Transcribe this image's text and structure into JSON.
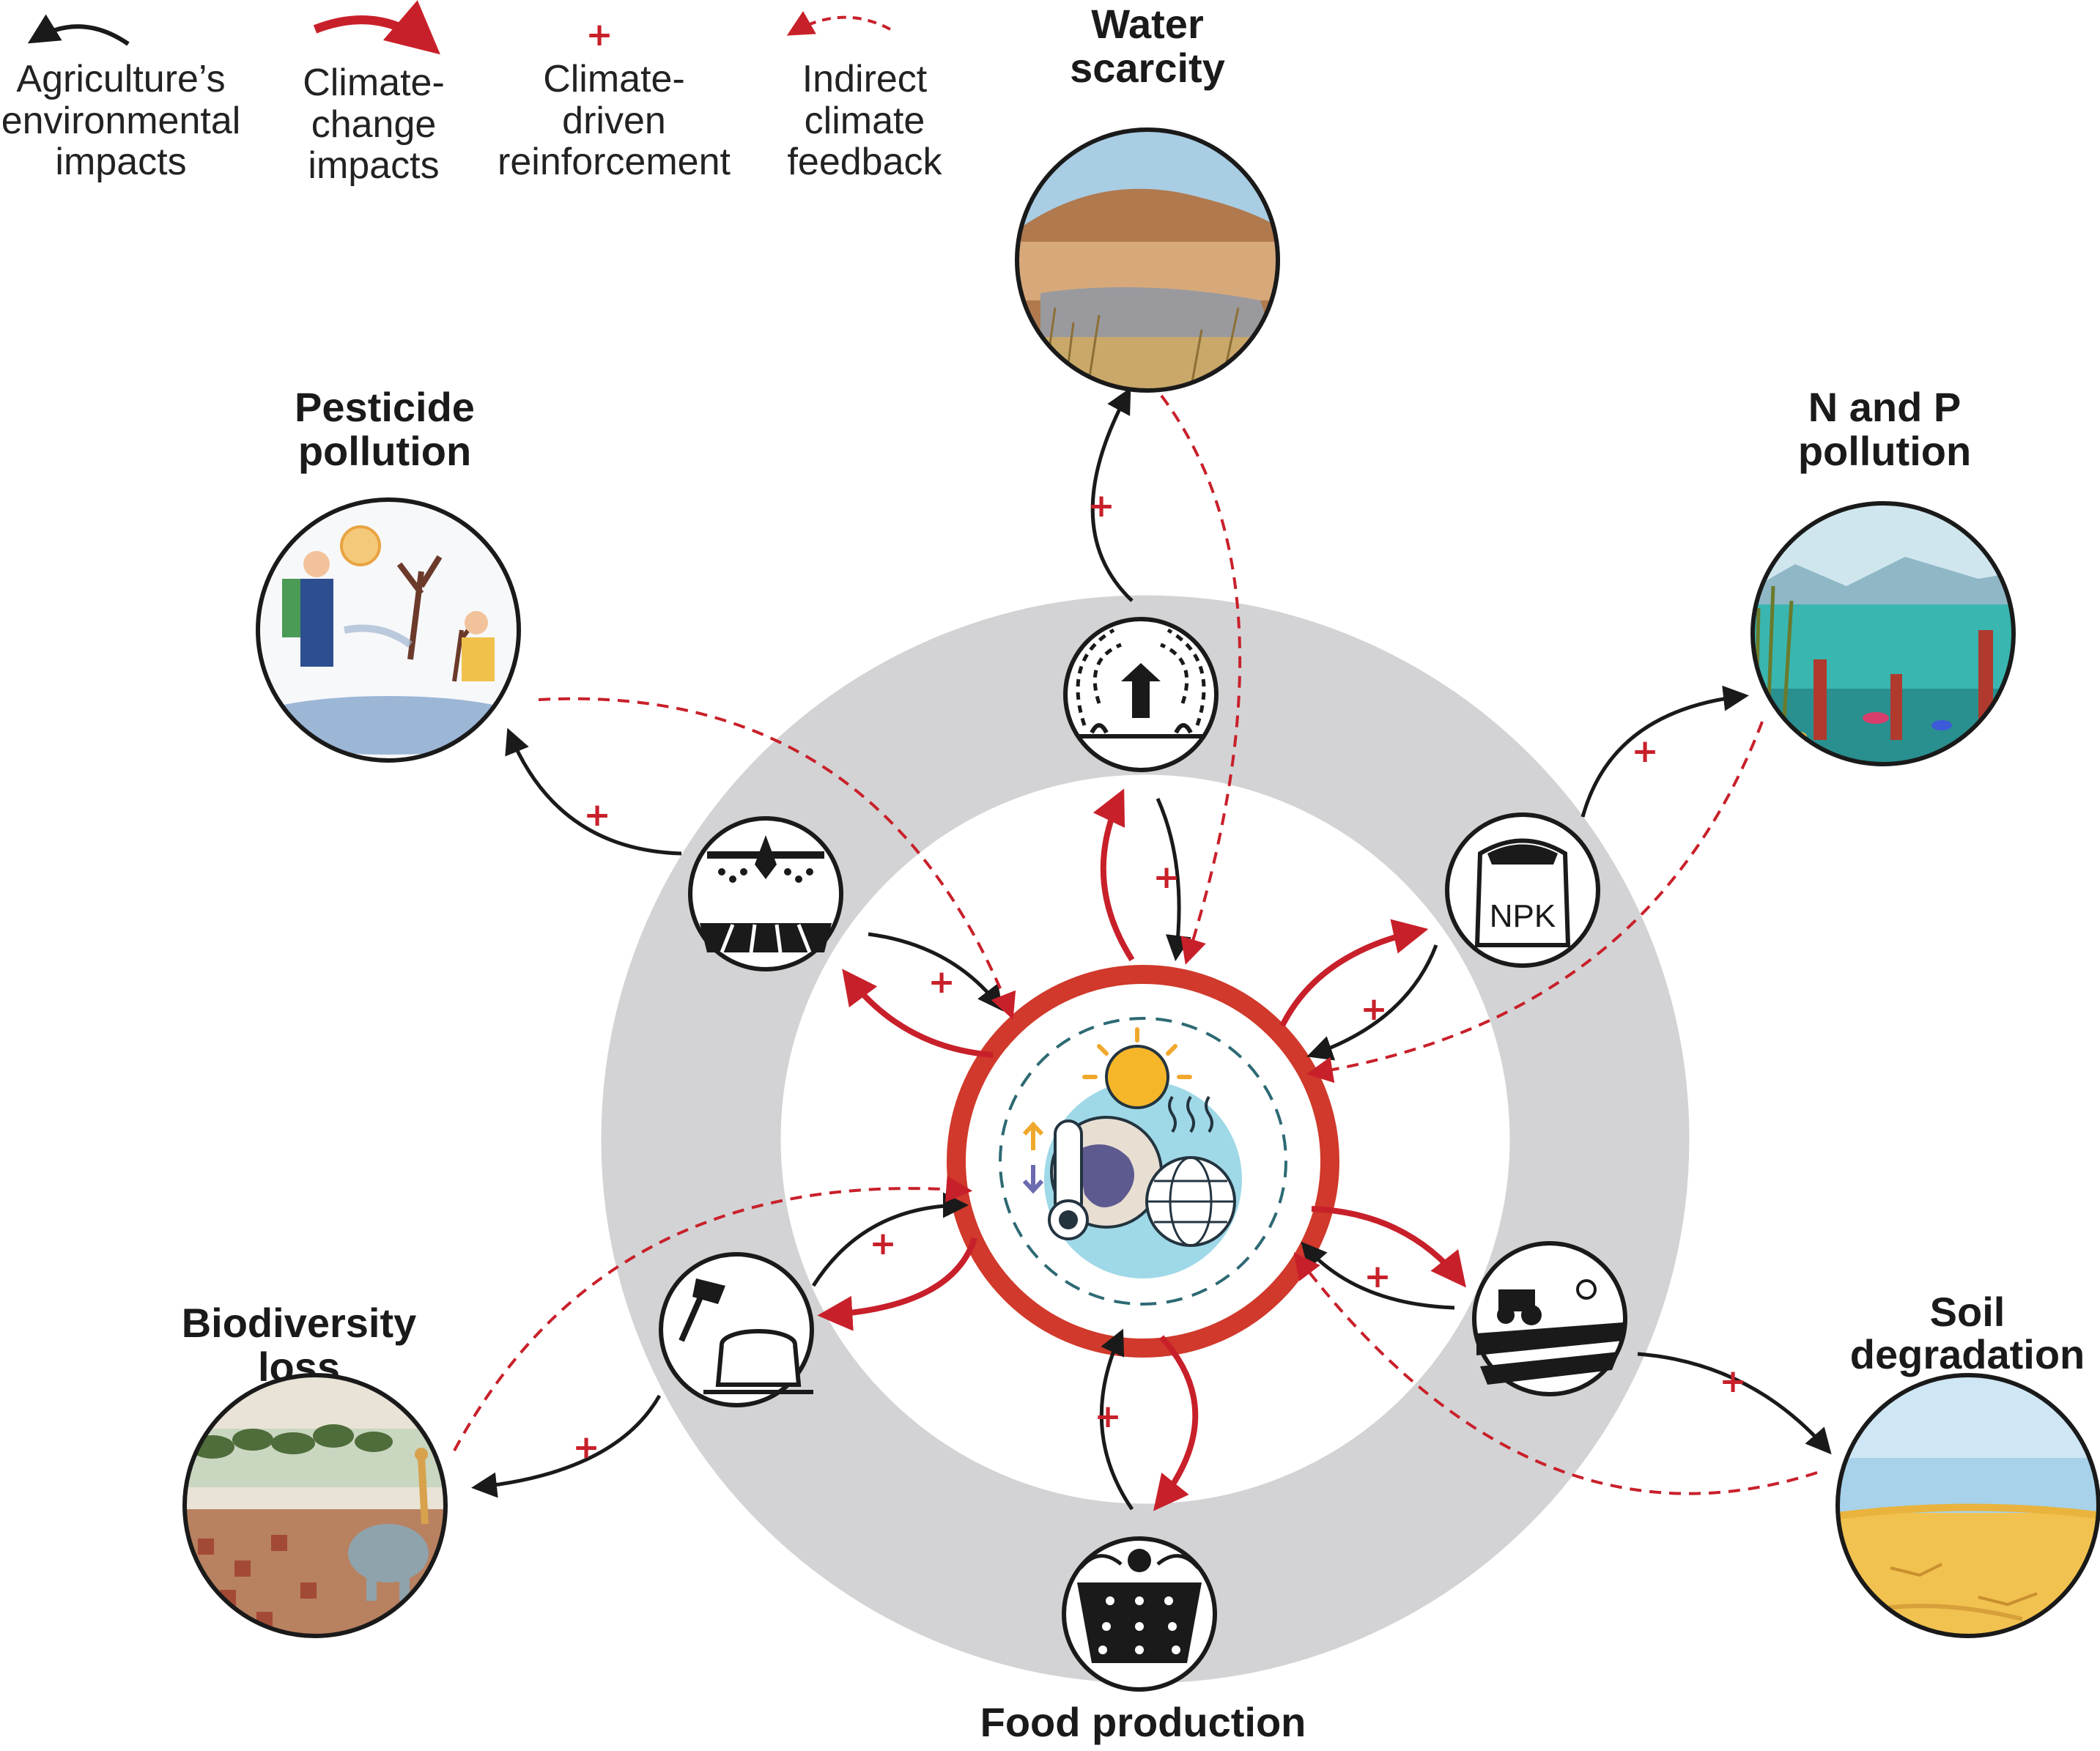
{
  "colors": {
    "black_arrow": "#1a1a1a",
    "red_arrow": "#c8202a",
    "ring_gray": "#d3d3d5",
    "center_ring": "#d0392b",
    "center_fill": "#9fd9e8"
  },
  "legend": [
    {
      "lines": [
        "Agriculture’s",
        "environmental",
        "impacts"
      ],
      "style": "solid-black"
    },
    {
      "lines": [
        "Climate-",
        "change",
        "impacts"
      ],
      "style": "solid-red"
    },
    {
      "lines": [
        "Climate-",
        "driven",
        "reinforcement"
      ],
      "style": "plus"
    },
    {
      "lines": [
        "Indirect",
        "climate",
        "feedback"
      ],
      "style": "dashed-red"
    }
  ],
  "legend_plus_symbol": "+",
  "impacts": [
    {
      "id": "water",
      "lines": [
        "Water",
        "scarcity"
      ]
    },
    {
      "id": "pesticide",
      "lines": [
        "Pesticide",
        "pollution"
      ]
    },
    {
      "id": "np",
      "lines": [
        "N and P",
        "pollution"
      ]
    },
    {
      "id": "biodiversity",
      "lines": [
        "Biodiversity",
        "loss"
      ]
    },
    {
      "id": "soil",
      "lines": [
        "Soil",
        "degradation"
      ]
    }
  ],
  "food_production_label": "Food production",
  "npk_label": "NPK",
  "reinforcement_symbol": "+",
  "icons": {
    "irrigation": "irrigation-sprinkler-icon",
    "crop_duster": "crop-duster-plane-icon",
    "fertilizer": "fertilizer-sack-icon",
    "deforestation": "axe-tree-stump-icon",
    "tillage": "tractor-field-icon",
    "food": "sun-crop-field-icon",
    "climate": "climate-change-globe-thermometer-icon"
  }
}
